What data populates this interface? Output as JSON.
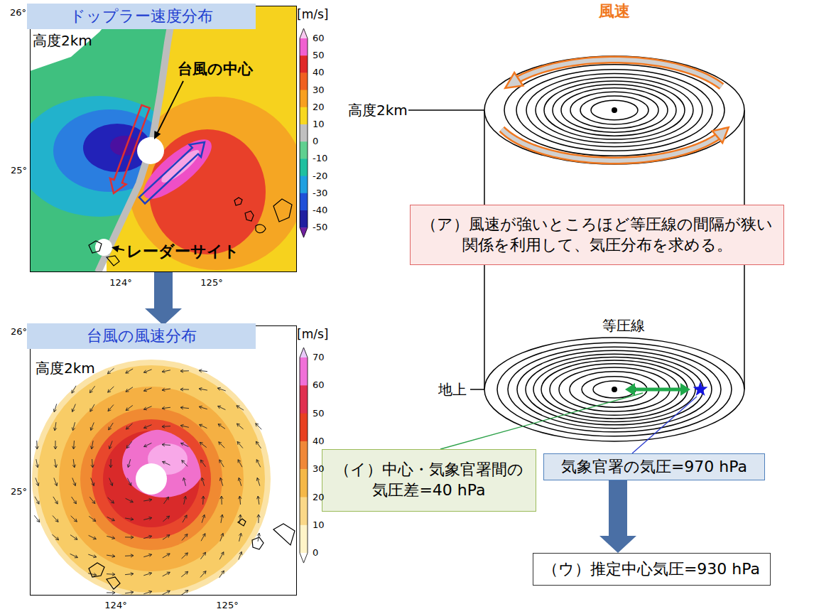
{
  "diagram": {
    "nodes": [
      {
        "text": [
          "ドップラー速度分布"
        ]
      },
      {
        "text": [
          "台風の風速分布"
        ]
      },
      {
        "text": [
          "（ア）風速が強いところほど等圧線の間隔が狭い 関係を利用して、気圧分布を求める。"
        ]
      },
      {
        "text": [
          "（イ）中心・気象官署間の 気圧差=40 hPa"
        ]
      },
      {
        "text": [
          "気象官署の気圧=970 hPa"
        ]
      },
      {
        "text": [
          "（ウ）推定中心気圧=930 hPa"
        ]
      }
    ],
    "edges": [
      {
        "from": 0,
        "to": 1,
        "arrow": "to"
      },
      {
        "from": 4,
        "to": 5,
        "arrow": "to"
      }
    ],
    "labels": [
      "[m/s]",
      "60",
      "50",
      "40",
      "30",
      "20",
      "10",
      "0",
      "-10",
      "-20",
      "-30",
      "-40",
      "-50",
      "高度2km",
      "台風の中心",
      "レーダーサイト",
      "26°",
      "25°",
      "124°",
      "125°",
      "[m/s]",
      "70",
      "60",
      "50",
      "40",
      "30",
      "20",
      "10",
      "0",
      "高度2km",
      "26°",
      "25°",
      "124°",
      "125°",
      "風速",
      "高度2km",
      "等圧線",
      "地上"
    ]
  }
}
